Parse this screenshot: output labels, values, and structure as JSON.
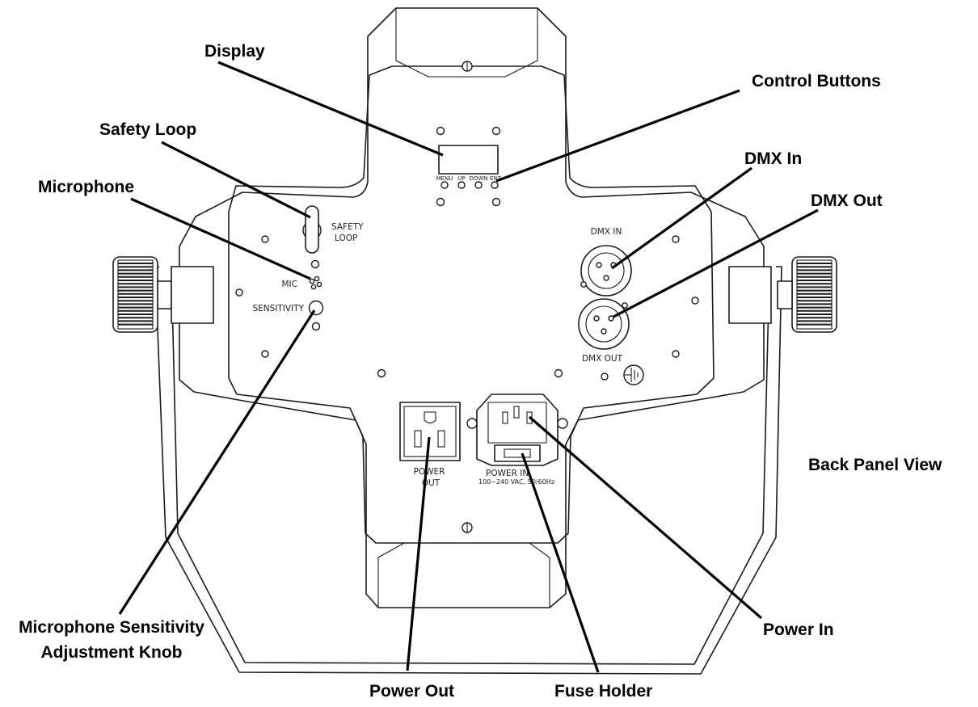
{
  "callouts": {
    "display": "Display",
    "control_buttons": "Control Buttons",
    "safety_loop": "Safety Loop",
    "microphone": "Microphone",
    "dmx_in": "DMX In",
    "dmx_out": "DMX Out",
    "back_panel_view": "Back Panel View",
    "power_in": "Power In",
    "mic_sensitivity_line1": "Microphone Sensitivity",
    "mic_sensitivity_line2": "Adjustment Knob",
    "power_out": "Power Out",
    "fuse_holder": "Fuse Holder"
  },
  "panel_labels": {
    "menu": "MENU",
    "up": "UP",
    "down": "DOWN",
    "ent": "ENT",
    "safety_line1": "SAFETY",
    "safety_line2": "LOOP",
    "mic": "MIC",
    "sensitivity": "SENSITIVITY",
    "dmx_in": "DMX IN",
    "dmx_out": "DMX OUT",
    "power_out_line1": "POWER",
    "power_out_line2": "OUT",
    "power_in_line1": "POWER IN",
    "power_in_line2": "100~240 VAC, 50/60Hz"
  }
}
